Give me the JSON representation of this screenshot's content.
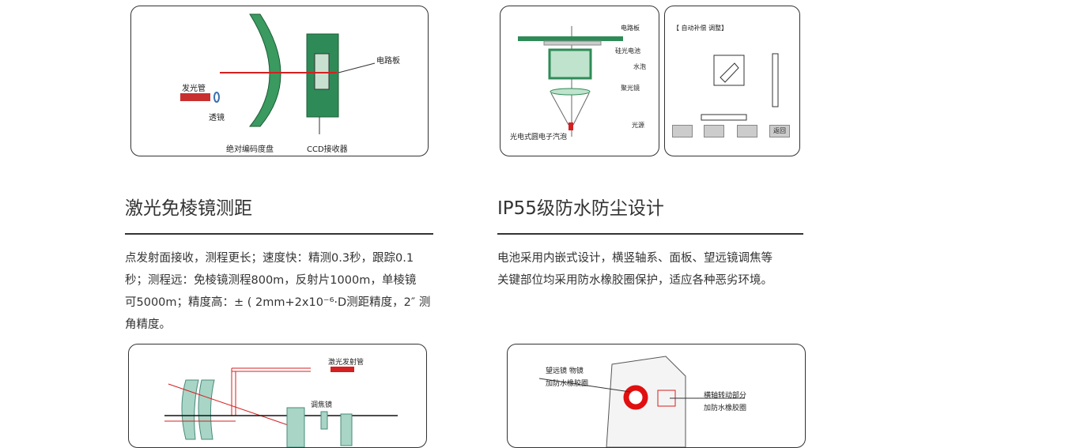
{
  "encoder_panel": {
    "labels": {
      "emitter": "发光管",
      "lens": "透镜",
      "circuit_board": "电路板",
      "disk": "绝对编码度盘",
      "ccd": "CCD接收器"
    }
  },
  "compensator_panel": {
    "labels": {
      "circuit_board": "电路板",
      "silicon_cell": "硅光电池",
      "bubble": "水泡",
      "condenser": "聚光镜",
      "light_source": "光源",
      "caption": "光电式圆电子汽泡"
    }
  },
  "screen_panel": {
    "title": "【 自动补偿 调整】",
    "back_button": "返回"
  },
  "sections": [
    {
      "title": "激光免棱镜测距",
      "lines": [
        "点发射面接收，测程更长；速度快：精测0.3秒，跟踪0.1",
        "秒；测程远：免棱镜测程800m，反射片1000m，单棱镜",
        "可5000m；精度高：± ( 2mm+2x10⁻⁶·D测距精度，2″ 测",
        "角精度。"
      ]
    },
    {
      "title": "IP55级防水防尘设计",
      "lines": [
        "电池采用内嵌式设计，横竖轴系、面板、望远镜调焦等",
        "关键部位均采用防水橡胶圈保护，适应各种恶劣环境。"
      ]
    }
  ],
  "optics_panel": {
    "labels": {
      "laser_tube": "激光发射管",
      "focus_lens": "调焦镜"
    }
  },
  "waterproof_panel": {
    "labels": {
      "objective_1": "望远镜 物镜",
      "objective_2": "加防水橡胶圈",
      "axis_1": "横轴转动部分",
      "axis_2": "加防水橡胶圈"
    }
  },
  "colors": {
    "green": "#2e8b57",
    "red": "#d42020"
  }
}
